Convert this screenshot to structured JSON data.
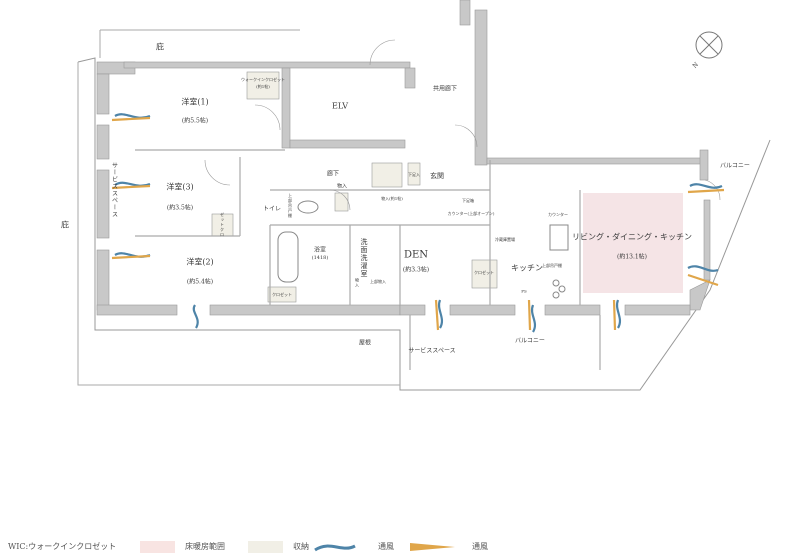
{
  "labels": {
    "eave_top": "庇",
    "eave_left": "庇",
    "service_space_left": "サービススペース",
    "wic": "ウォークインクロゼット",
    "wic_size": "(約1帖)",
    "room1": "洋室(1)",
    "room1_size": "(約5.5帖)",
    "elv": "ELV",
    "common_corridor": "共用廊下",
    "room3": "洋室(3)",
    "room3_size": "(約3.5帖)",
    "room3_closet": "ゼットクロ",
    "corridor": "廊下",
    "storage1": "物入",
    "toilet": "トイレ",
    "toilet_shelf": "上部吊戸棚",
    "bath": "浴室",
    "bath_size": "(1418)",
    "washroom": "洗面洗濯室",
    "wash_storage": "物入",
    "upper_storage": "上部物入",
    "room2": "洋室(2)",
    "room2_size": "(約5.4帖)",
    "room2_closet": "クロゼット",
    "entrance": "玄関",
    "shoe_box_top": "下足入",
    "storage_entry": "物入(約1帖)",
    "shoe_box": "下足箱",
    "counter_open": "カウンター(上部オープン)",
    "den": "DEN",
    "den_size": "(約3.3帖)",
    "den_closet": "クロゼット",
    "fridge": "冷蔵庫置場",
    "kitchen": "キッチン",
    "counter": "カウンター",
    "upper_cabinet": "上部吊戸棚",
    "pipe": "PS",
    "ldk": "リビング・ダイニング・キッチン",
    "ldk_size": "(約13.1帖)",
    "balcony_right": "バルコニー",
    "roof": "屋根",
    "service_space_bottom": "サービススペース",
    "balcony_bottom": "バルコニー",
    "compass_n": "N"
  },
  "legend": {
    "wic_note": "WIC:ウォークインクロゼット",
    "floor_heating": "床暖房範囲",
    "storage": "収納",
    "ventilation_blue": "通風",
    "ventilation_orange": "通風"
  },
  "colors": {
    "wall": "#c8c8c8",
    "floor_heating": "#f5e4e6",
    "storage": "#f1efe6",
    "wind_blue": "#4e84a8",
    "wind_orange": "#e0a64a"
  }
}
